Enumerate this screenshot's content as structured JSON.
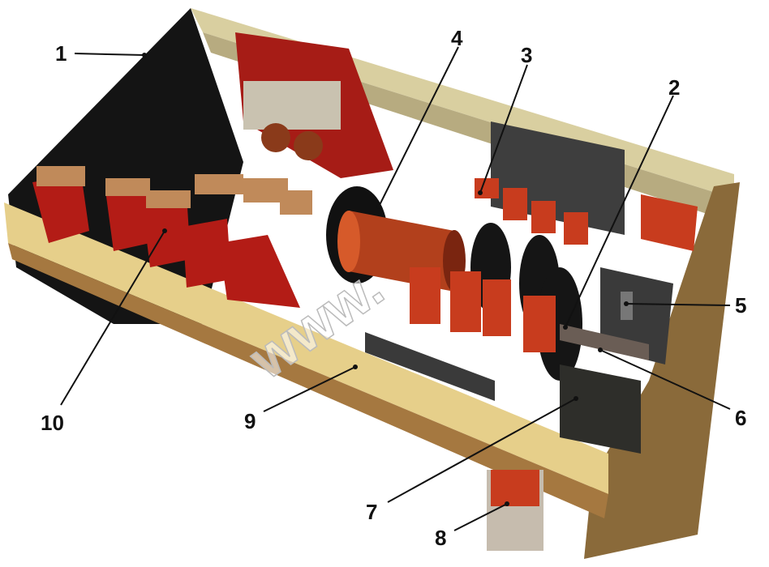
{
  "figure": {
    "subject": "contactor-assembly-photo",
    "callouts": [
      {
        "id": "1",
        "label": "1"
      },
      {
        "id": "2",
        "label": "2"
      },
      {
        "id": "3",
        "label": "3"
      },
      {
        "id": "4",
        "label": "4"
      },
      {
        "id": "5",
        "label": "5"
      },
      {
        "id": "6",
        "label": "6"
      },
      {
        "id": "7",
        "label": "7"
      },
      {
        "id": "8",
        "label": "8"
      },
      {
        "id": "9",
        "label": "9"
      },
      {
        "id": "10",
        "label": "10"
      }
    ]
  }
}
